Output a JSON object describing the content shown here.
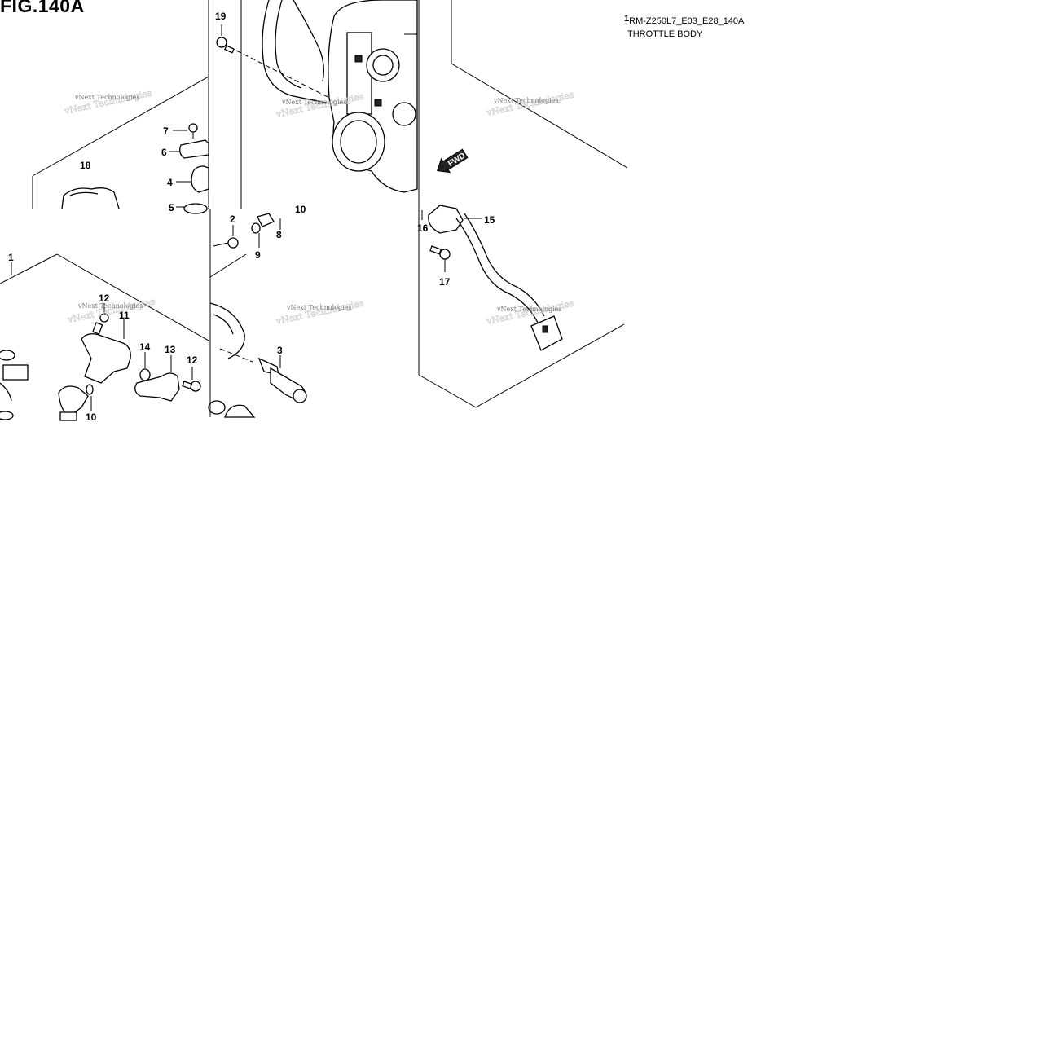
{
  "figure": {
    "title": "FIG.140A",
    "code_superscript": "1",
    "code": "RM-Z250L7_E03_E28_140A",
    "name": "THROTTLE BODY"
  },
  "direction_label": "FWD",
  "watermark_text": "vNext Technologies",
  "callouts": {
    "c1": "1",
    "c2": "2",
    "c3": "3",
    "c4": "4",
    "c5": "5",
    "c6": "6",
    "c7": "7",
    "c8": "8",
    "c9": "9",
    "c10a": "10",
    "c10b": "10",
    "c11": "11",
    "c12a": "12",
    "c12b": "12",
    "c13": "13",
    "c14": "14",
    "c15": "15",
    "c16": "16",
    "c17": "17",
    "c18": "18",
    "c19": "19"
  }
}
